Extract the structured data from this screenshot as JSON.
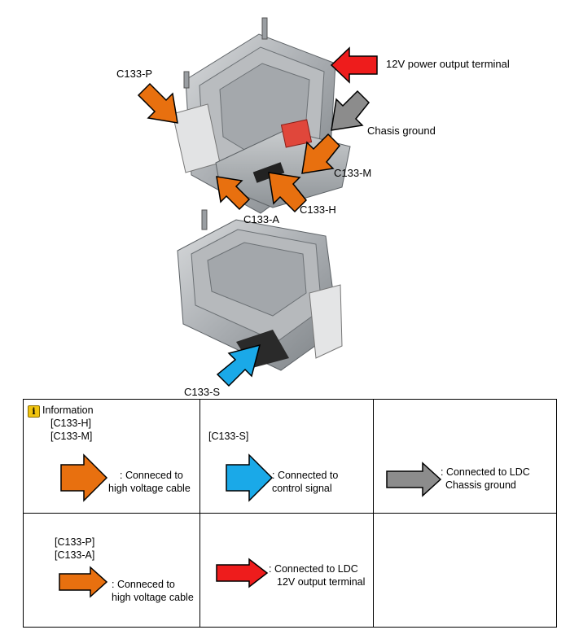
{
  "colors": {
    "high_voltage": "#e8700f",
    "control_signal": "#1aa9e8",
    "ground": "#8c8c8c",
    "power_12v": "#ee1c1c"
  },
  "callouts": {
    "c133_p": "C133-P",
    "power_terminal": "12V power output terminal",
    "chasis_ground": "Chasis ground",
    "c133_m": "C133-M",
    "c133_h": "C133-H",
    "c133_a": "C133-A",
    "c133_s": "C133-S"
  },
  "legend": {
    "info_title": "Information",
    "cell1": {
      "codes_1": "[C133-H]",
      "codes_2": "[C133-M]",
      "desc_1": ": Conneced to",
      "desc_2": "high voltage cable"
    },
    "cell2": {
      "codes_1": "[C133-S]",
      "desc_1": ": Connected to",
      "desc_2": "control signal"
    },
    "cell3": {
      "desc_1": ": Connected to LDC",
      "desc_2": "Chassis ground"
    },
    "cell4": {
      "codes_1": "[C133-P]",
      "codes_2": "[C133-A]",
      "desc_1": ": Conneced to",
      "desc_2": "high voltage cable"
    },
    "cell5": {
      "desc_1": ": Connected to LDC",
      "desc_2": "12V output terminal"
    }
  }
}
